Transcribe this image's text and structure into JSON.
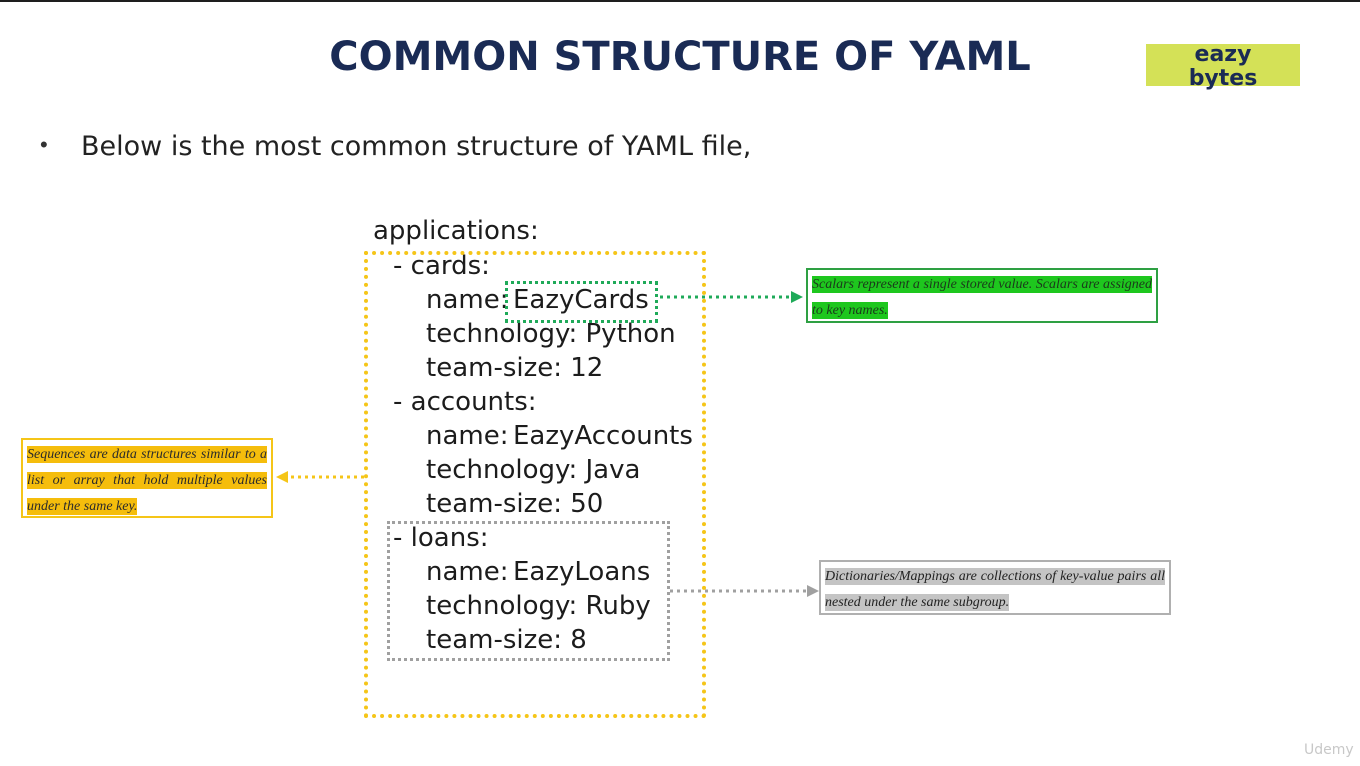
{
  "slide": {
    "title": "COMMON STRUCTURE OF YAML",
    "logo": {
      "line1": "eazy",
      "line2": "bytes"
    },
    "bullet": "Below is the most common structure of YAML file,"
  },
  "yaml": {
    "root": "applications:",
    "items": [
      {
        "dash": "- cards:",
        "name_key": "name:",
        "name_val": "EazyCards",
        "tech": "technology: Python",
        "size": "team-size: 12"
      },
      {
        "dash": "- accounts:",
        "name_key": "name:",
        "name_val": "EazyAccounts",
        "tech": "technology: Java",
        "size": "team-size: 50"
      },
      {
        "dash": "- loans:",
        "name_key": "name:",
        "name_val": "EazyLoans",
        "tech": "technology: Ruby",
        "size": "team-size: 8"
      }
    ]
  },
  "notes": {
    "scalars": "Scalars represent a single stored value. Scalars are assigned to key names.",
    "sequences": "Sequences are data structures similar to a list or array that hold multiple values under the same key.",
    "dictionaries": "Dictionaries/Mappings are collections of key-value pairs all nested under the same subgroup."
  },
  "colors": {
    "title": "#1a2b55",
    "logo_bg": "#d4e157",
    "scalar_green": "#1ec71e",
    "sequence_yellow": "#f5c518",
    "mapping_gray": "#a0a0a0"
  },
  "watermark": "Udemy"
}
